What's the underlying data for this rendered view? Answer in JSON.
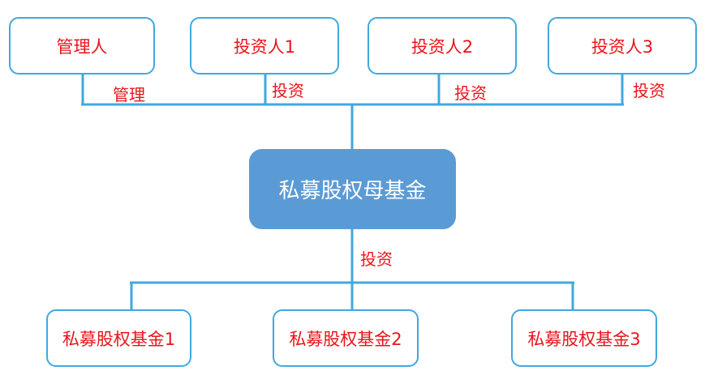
{
  "colors": {
    "line": "#41A8DE",
    "box_border": "#41A8DE",
    "center_fill": "#5B9BD5",
    "text_red": "#E8141B",
    "text_white": "#FFFFFF"
  },
  "top_nodes": [
    "管理人",
    "投资人1",
    "投资人2",
    "投资人3"
  ],
  "top_edge_labels": [
    "管理",
    "投资",
    "投资",
    "投资"
  ],
  "center_node": "私募股权母基金",
  "down_edge_label": "投资",
  "bottom_nodes": [
    "私募股权基金1",
    "私募股权基金2",
    "私募股权基金3"
  ]
}
